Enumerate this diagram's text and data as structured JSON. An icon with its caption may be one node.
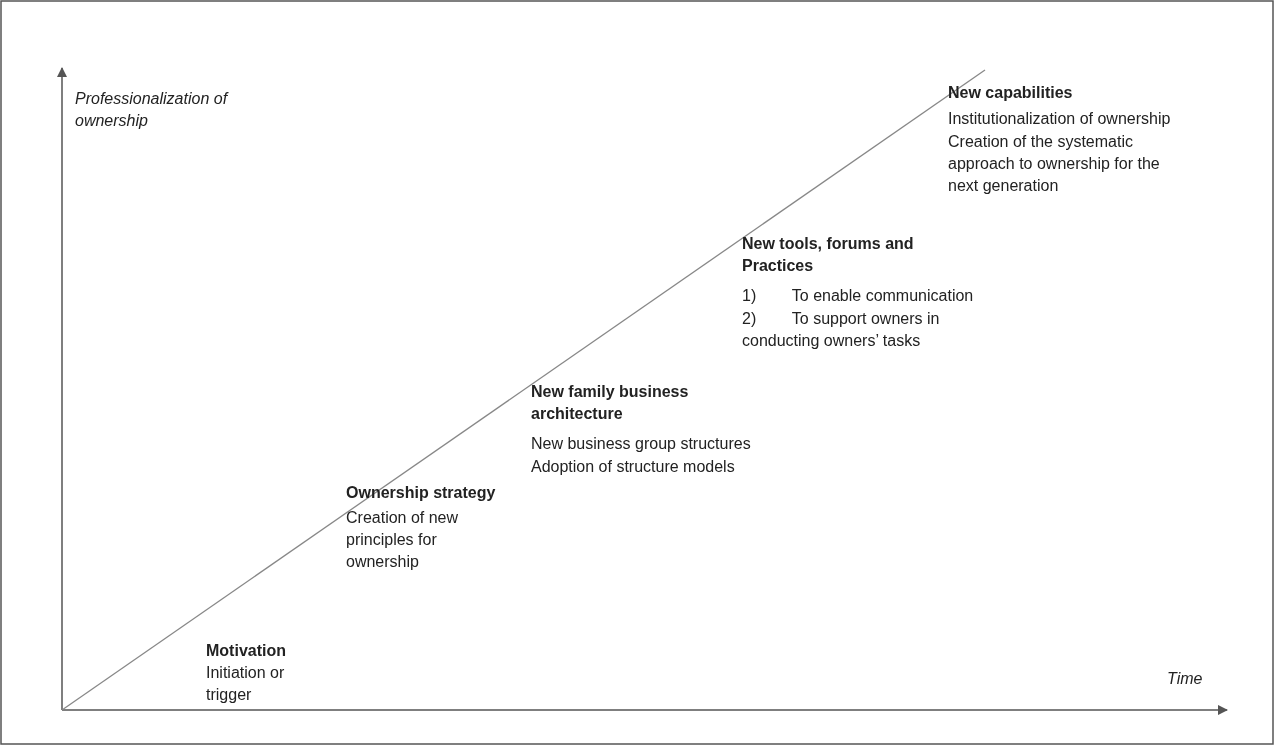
{
  "diagram": {
    "labels": [
      "Professionalization of ownership",
      "New capabilities",
      "Institutionalization of ownership",
      "Creation of the systematic approach to ownership for the next generation",
      "New tools, forums and Practices",
      "1)        To enable communication",
      "2)        To support owners in conducting owners’ tasks",
      "New family business architecture",
      "New business group structures",
      "Adoption of structure models",
      "Ownership strategy",
      "Creation of new principles for ownership",
      "Motivation",
      "Initiation or trigger",
      "Time"
    ]
  }
}
